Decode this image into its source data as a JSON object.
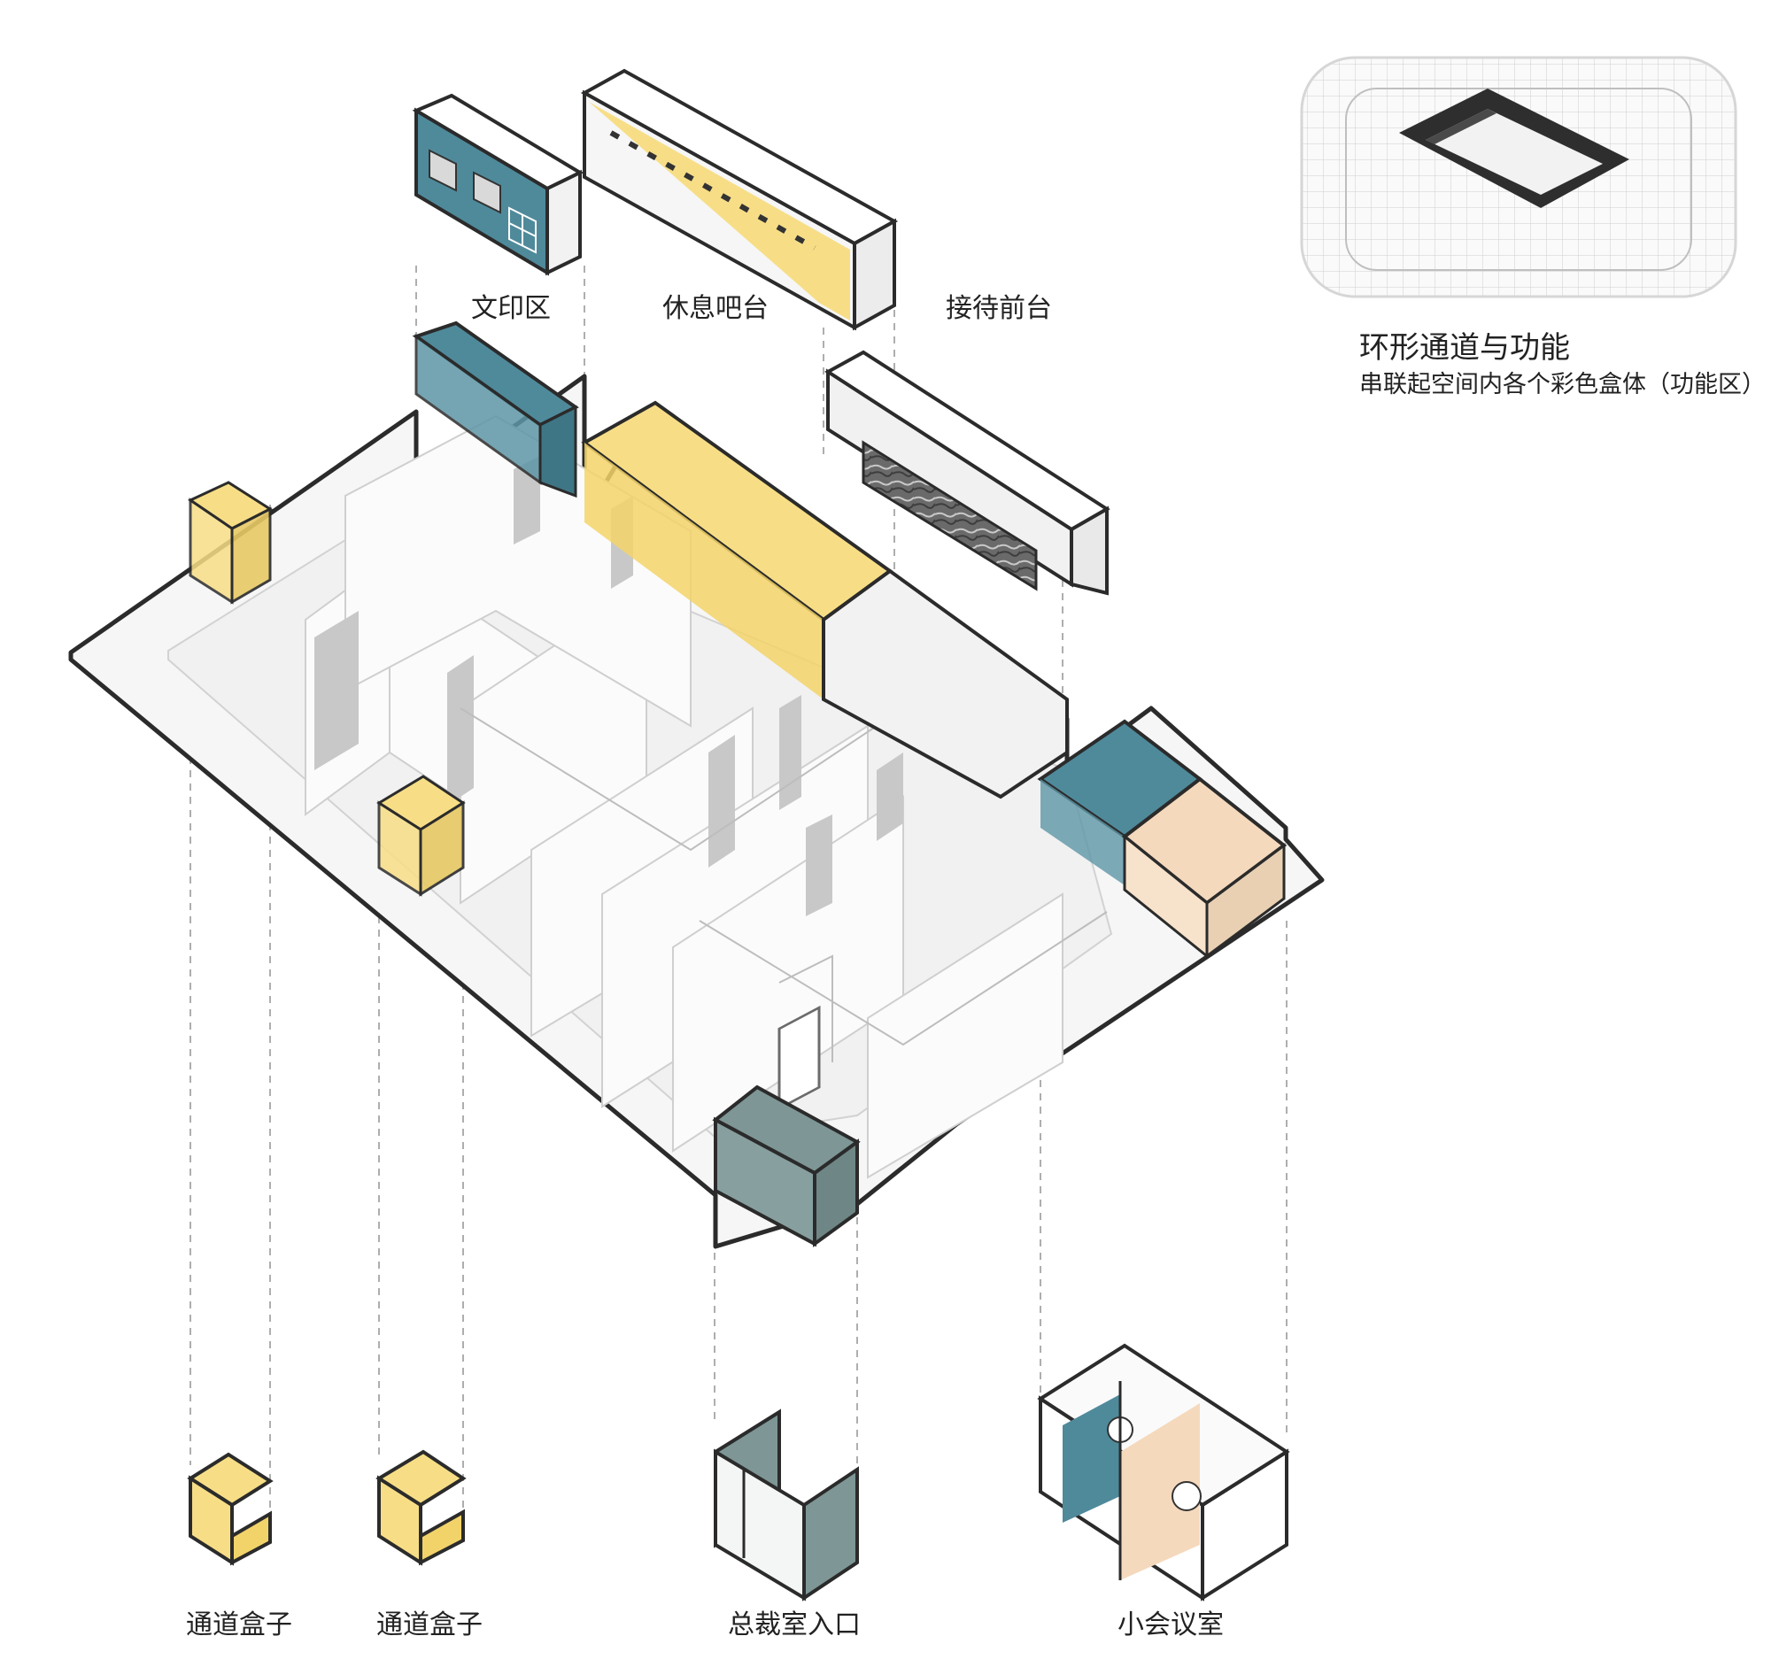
{
  "labels": {
    "print": "文印区",
    "bar": "休息吧台",
    "reception": "接待前台",
    "passage1": "通道盒子",
    "passage2": "通道盒子",
    "president": "总裁室入口",
    "meeting": "小会议室"
  },
  "legend": {
    "title": "环形通道与功能",
    "subtitle": "串联起空间内各个彩色盒体（功能区）"
  },
  "colors": {
    "teal": "#4f8a9b",
    "yellow": "#f7de86",
    "peach": "#f5d9bd",
    "slate": "#7e9696",
    "outline": "#2b2b2b",
    "floor": "#f6f6f6",
    "dashed": "#9a9a9a"
  }
}
